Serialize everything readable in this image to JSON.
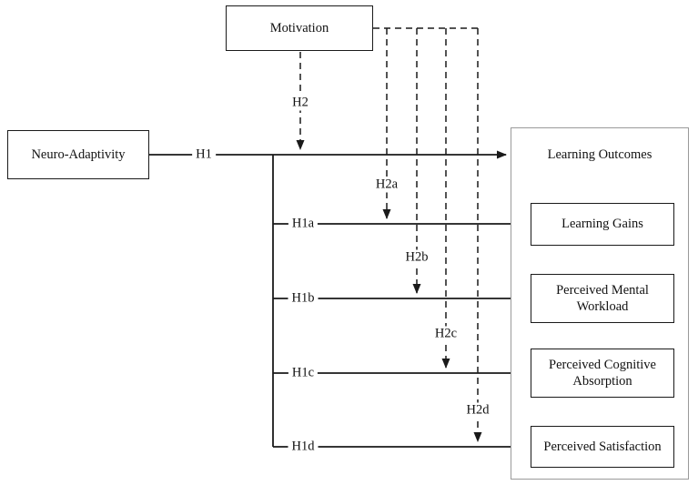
{
  "nodes": {
    "neuro_adaptivity": "Neuro-Adaptivity",
    "motivation": "Motivation",
    "learning_outcomes": "Learning Outcomes",
    "learning_gains": "Learning Gains",
    "perceived_mental_workload": "Perceived Mental Workload",
    "perceived_cognitive_absorption": "Perceived Cognitive Absorption",
    "perceived_satisfaction": "Perceived Satisfaction"
  },
  "edges": [
    {
      "label": "H1",
      "from": "Neuro-Adaptivity",
      "to": "Learning Outcomes",
      "style": "solid"
    },
    {
      "label": "H1a",
      "from": "Neuro-Adaptivity",
      "to": "Learning Gains",
      "style": "solid"
    },
    {
      "label": "H1b",
      "from": "Neuro-Adaptivity",
      "to": "Perceived Mental Workload",
      "style": "solid"
    },
    {
      "label": "H1c",
      "from": "Neuro-Adaptivity",
      "to": "Perceived Cognitive Absorption",
      "style": "solid"
    },
    {
      "label": "H1d",
      "from": "Neuro-Adaptivity",
      "to": "Perceived Satisfaction",
      "style": "solid"
    },
    {
      "label": "H2",
      "from": "Motivation",
      "to": "H1 path",
      "style": "dashed"
    },
    {
      "label": "H2a",
      "from": "Motivation",
      "to": "H1a path",
      "style": "dashed"
    },
    {
      "label": "H2b",
      "from": "Motivation",
      "to": "H1b path",
      "style": "dashed"
    },
    {
      "label": "H2c",
      "from": "Motivation",
      "to": "H1c path",
      "style": "dashed"
    },
    {
      "label": "H2d",
      "from": "Motivation",
      "to": "H1d path",
      "style": "dashed"
    }
  ],
  "colors": {
    "line": "#1a1a1a",
    "box_border": "#1a1a1a",
    "outcomes_group_border": "#9a9a9a",
    "background": "#ffffff"
  }
}
